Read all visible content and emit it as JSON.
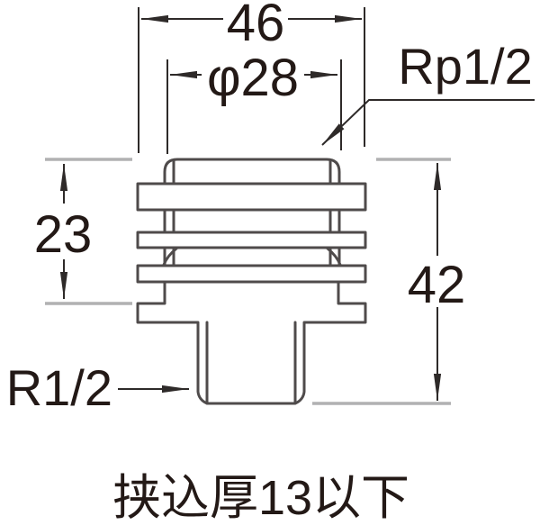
{
  "drawing": {
    "dimensions": {
      "overall_width": "46",
      "cap_diameter": "φ28",
      "upper_height": "23",
      "overall_height": "42"
    },
    "thread_labels": {
      "top": "Rp1/2",
      "bottom": "R1/2"
    },
    "caption": "挟込厚13以下"
  },
  "colors": {
    "background": "#ffffff",
    "part_line": "#4f4b4b",
    "dimension_line": "#2e2a29",
    "extension_line": "#b1b1b2",
    "text": "#231916"
  }
}
